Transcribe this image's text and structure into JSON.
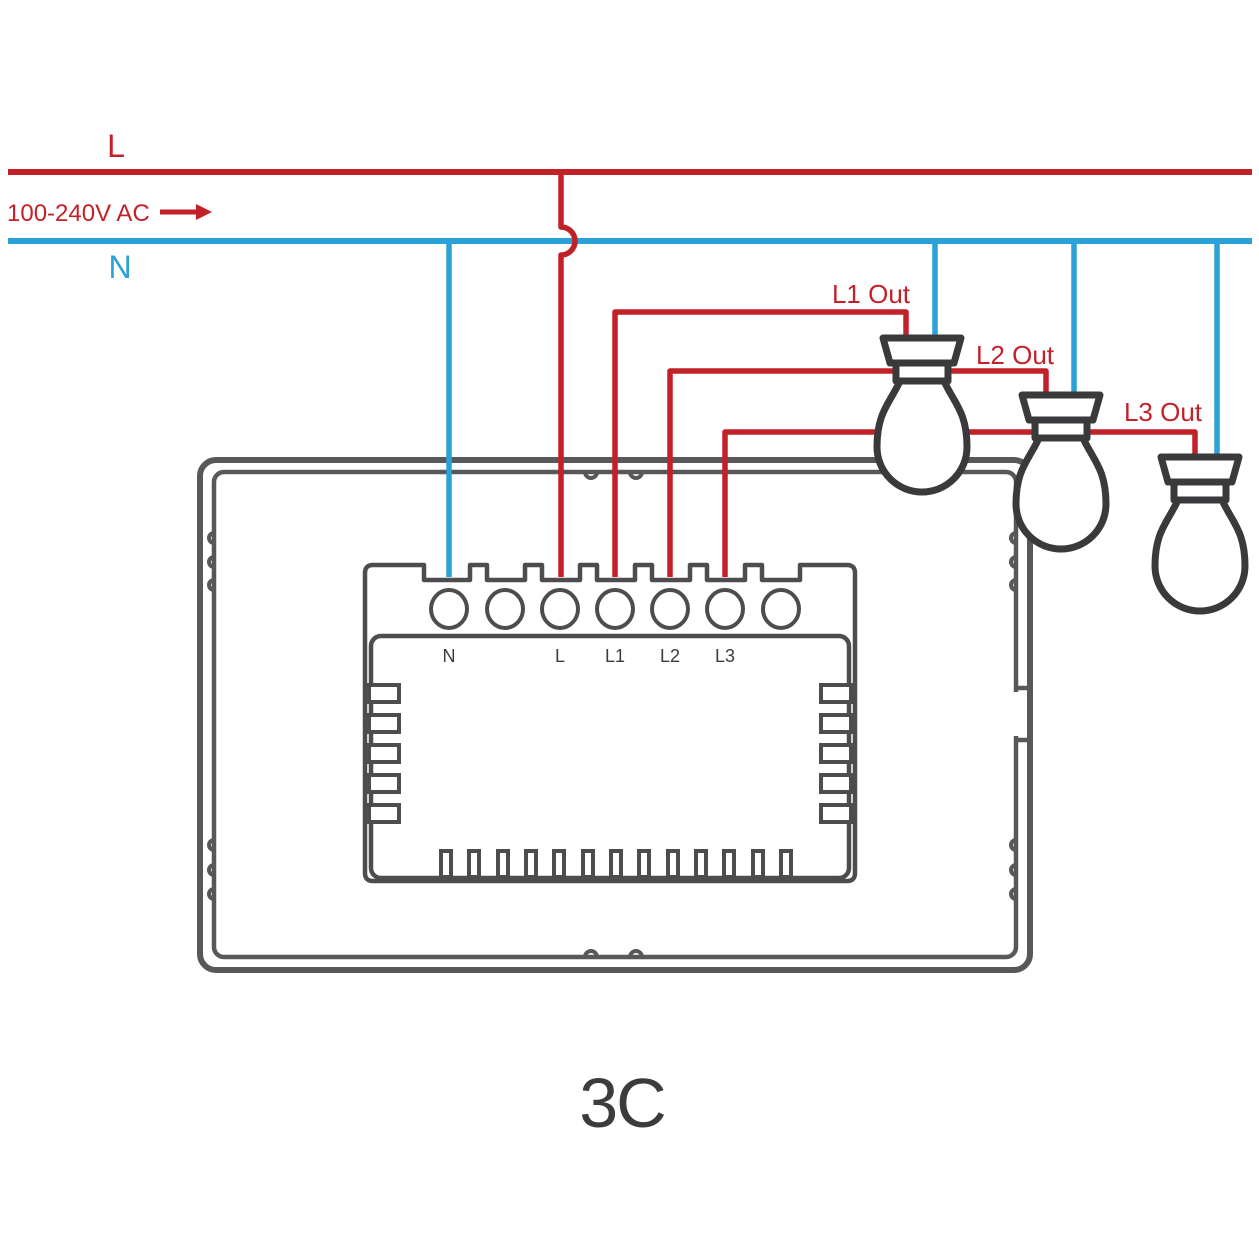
{
  "title": "3C",
  "supply": {
    "rating": "100-240V AC",
    "live_label": "L",
    "neutral_label": "N"
  },
  "outputs": [
    {
      "label": "L1 Out"
    },
    {
      "label": "L2 Out"
    },
    {
      "label": "L3 Out"
    }
  ],
  "terminals": {
    "n": "N",
    "l": "L",
    "l1": "L1",
    "l2": "L2",
    "l3": "L3"
  },
  "icons": {
    "bulbs": [
      "light-bulb-icon",
      "light-bulb-icon",
      "light-bulb-icon"
    ],
    "arrow": "right-arrow-icon"
  },
  "colors": {
    "live": "#c22128",
    "neutral": "#2aa1d9",
    "device": "#58585a",
    "block": "#4d4d4f",
    "bulb": "#3a3a3c",
    "text": "#3c3c3e",
    "bg": "#ffffff"
  }
}
